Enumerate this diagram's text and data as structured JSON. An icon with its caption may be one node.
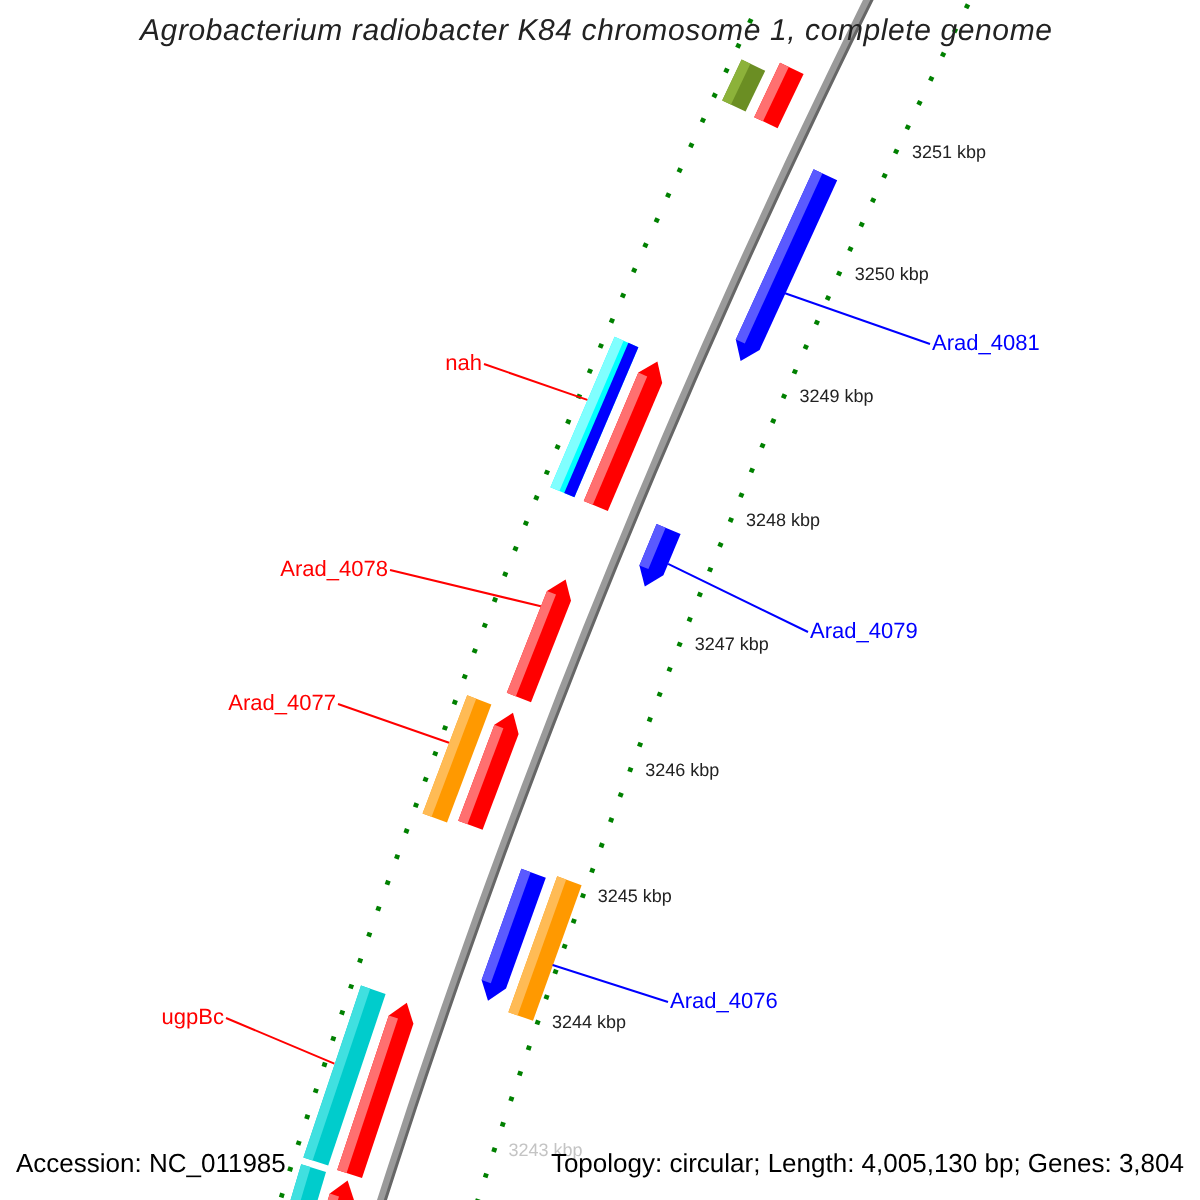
{
  "diagram": {
    "title": "Agrobacterium radiobacter K84 chromosome 1, complete genome",
    "nodes": [
      {
        "text": [],
        "shape": "bar"
      },
      {
        "text": [],
        "shape": "bar"
      },
      {
        "text": [],
        "shape": "bar"
      },
      {
        "text": [],
        "shape": "bar"
      },
      {
        "text": [],
        "shape": "bar"
      },
      {
        "text": [],
        "shape": "bar"
      },
      {
        "text": [],
        "shape": "bar"
      },
      {
        "text": [],
        "shape": "bar"
      },
      {
        "text": [],
        "shape": "bar"
      },
      {
        "text": [],
        "shape": "bar"
      },
      {
        "text": [],
        "shape": "bar"
      },
      {
        "text": [],
        "shape": "bar"
      },
      {
        "text": [],
        "shape": "bar"
      },
      {
        "text": [],
        "shape": "bar"
      },
      {
        "text": [],
        "shape": "bar"
      },
      {
        "text": [
          "Arad_4081"
        ]
      },
      {
        "text": [
          "nah"
        ]
      },
      {
        "text": [
          "Arad_4078"
        ]
      },
      {
        "text": [
          "Arad_4079"
        ]
      },
      {
        "text": [
          "Arad_4077"
        ]
      },
      {
        "text": [
          "Arad_4076"
        ]
      },
      {
        "text": [
          "ugpBc"
        ]
      }
    ],
    "edges": [
      {
        "from": 15,
        "to": 2,
        "arrow": "none",
        "color": "#0000ff"
      },
      {
        "from": 16,
        "to": 3,
        "arrow": "none"
      },
      {
        "from": 17,
        "to": 6,
        "arrow": "none"
      },
      {
        "from": 18,
        "to": 5,
        "arrow": "none",
        "color": "#0000ff"
      },
      {
        "from": 19,
        "to": 7,
        "arrow": "none"
      },
      {
        "from": 20,
        "to": 10,
        "arrow": "none",
        "color": "#0000ff"
      },
      {
        "from": 21,
        "to": 11,
        "arrow": "none"
      }
    ],
    "labels": [
      "3251 kbp",
      "3250 kbp",
      "3249 kbp",
      "3248 kbp",
      "3247 kbp",
      "3246 kbp",
      "3245 kbp",
      "3244 kbp",
      "3243 kbp",
      "Accession: NC_011985",
      "Topology: circular; Length: 4,005,130 bp; Genes: 3,804"
    ]
  }
}
